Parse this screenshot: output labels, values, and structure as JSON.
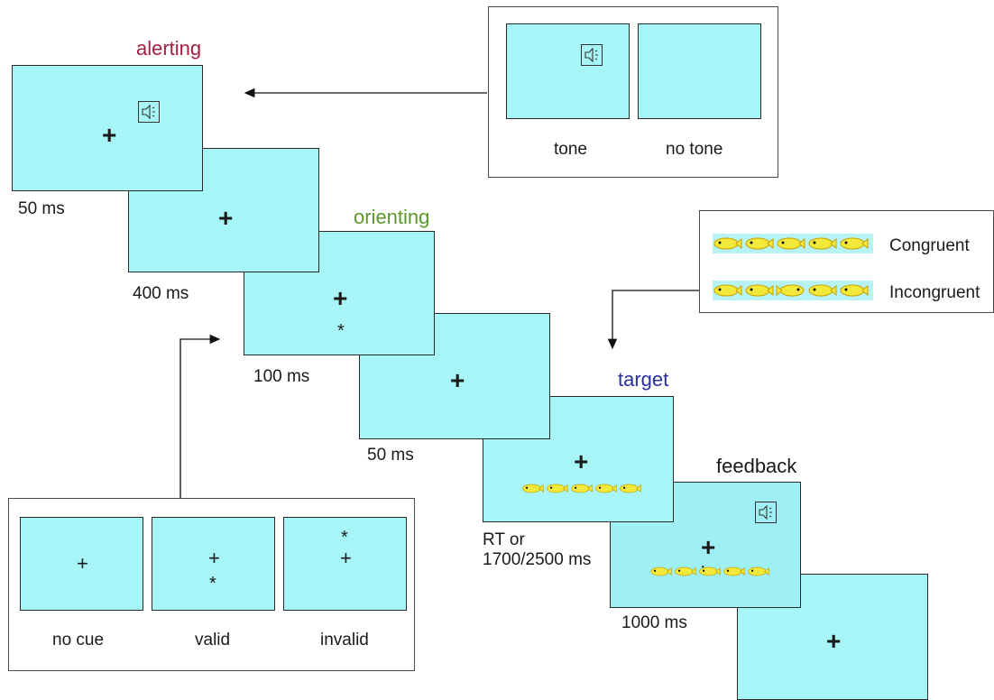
{
  "labels": {
    "alerting": "alerting",
    "orienting": "orienting",
    "target": "target",
    "feedback": "feedback"
  },
  "durations": {
    "d1": "50 ms",
    "d2": "400 ms",
    "d3": "100 ms",
    "d4": "50 ms",
    "d5_line1": "RT or",
    "d5_line2": "1700/2500 ms",
    "d6": "1000 ms"
  },
  "tone_panel": {
    "tone": "tone",
    "no_tone": "no tone"
  },
  "flanker_panel": {
    "congruent": "Congruent",
    "incongruent": "Incongruent"
  },
  "cue_panel": {
    "no_cue": "no cue",
    "valid": "valid",
    "invalid": "invalid"
  },
  "symbols": {
    "fixation": "+",
    "cue": "*"
  },
  "colors": {
    "screen": "#a8f5f7",
    "alerting": "#a3203f",
    "orienting": "#5a9a2a",
    "target": "#2a2f9e",
    "feedback": "#1a1a1a",
    "fish": "#f2e93a"
  },
  "icons": [
    "speaker-icon",
    "fish-icon",
    "arrow-icon"
  ]
}
